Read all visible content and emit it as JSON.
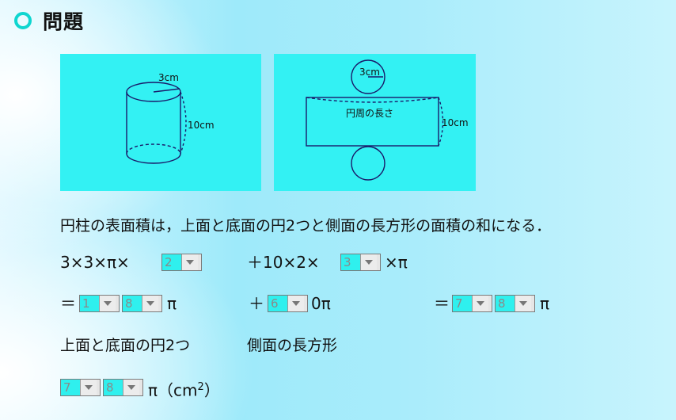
{
  "title": "問題",
  "figure1": {
    "radius": "3cm",
    "height": "10cm"
  },
  "figure2": {
    "radius": "3cm",
    "height": "10cm",
    "circumference": "円周の長さ"
  },
  "description": "円柱の表面積は，上面と底面の円2つと側面の長方形の面積の和になる．",
  "row1": {
    "part1": "3×3×π×",
    "dd1": "2",
    "part2": "＋10×2×",
    "dd2": "3",
    "part3": "×π"
  },
  "row2": {
    "eq1": "＝",
    "dd1": "1",
    "dd2": "8",
    "pi1": "π",
    "plus": "＋",
    "dd3": "6",
    "zero_pi": "0π",
    "eq2": "＝",
    "dd4": "7",
    "dd5": "8",
    "pi2": "π"
  },
  "labels": {
    "circles": "上面と底面の円2つ",
    "side": "側面の長方形"
  },
  "answer": {
    "dd1": "7",
    "dd2": "8",
    "unit_prefix": "π（cm",
    "unit_exp": "2",
    "unit_suffix": "）"
  }
}
